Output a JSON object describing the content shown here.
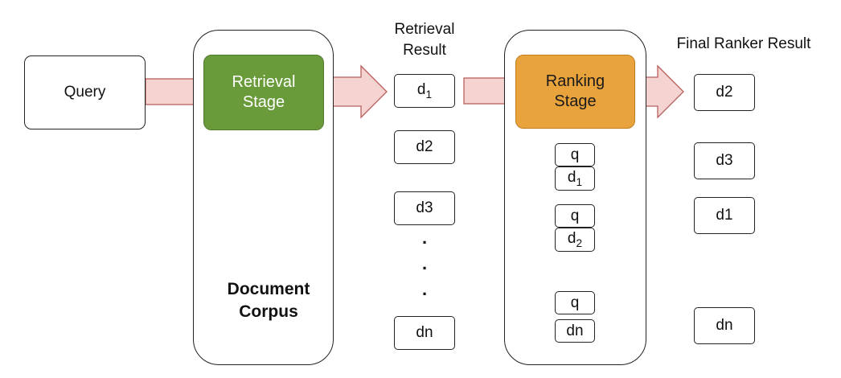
{
  "query": "Query",
  "retrieval_stage": {
    "line1": "Retrieval",
    "line2": "Stage",
    "color": "#6a9b3a",
    "border": "#4f7a2a"
  },
  "ranking_stage": {
    "line1": "Ranking",
    "line2": "Stage",
    "color": "#e8a33d",
    "border": "#c07f1f"
  },
  "document_corpus": {
    "line1": "Document",
    "line2": "Corpus",
    "fill": "#f3cfcd",
    "stroke": "#b35a58"
  },
  "retrieval_result": {
    "line1": "Retrieval",
    "line2": "Result",
    "docs": [
      {
        "base": "d",
        "sub": "1"
      },
      {
        "base": "d2",
        "sub": ""
      },
      {
        "base": "d3",
        "sub": ""
      },
      {
        "base": "dn",
        "sub": ""
      }
    ],
    "ellipsis": "."
  },
  "pairs": [
    {
      "q": "q",
      "d_base": "d",
      "d_sub": "1"
    },
    {
      "q": "q",
      "d_base": "d",
      "d_sub": "2"
    },
    {
      "q": "q",
      "d_base": "dn",
      "d_sub": ""
    }
  ],
  "final_ranker_result": {
    "title": "Final Ranker Result",
    "docs": [
      "d2",
      "d3",
      "d1",
      "dn"
    ]
  },
  "arrow_color": {
    "fill": "#f5d3d1",
    "stroke": "#b8605e"
  }
}
